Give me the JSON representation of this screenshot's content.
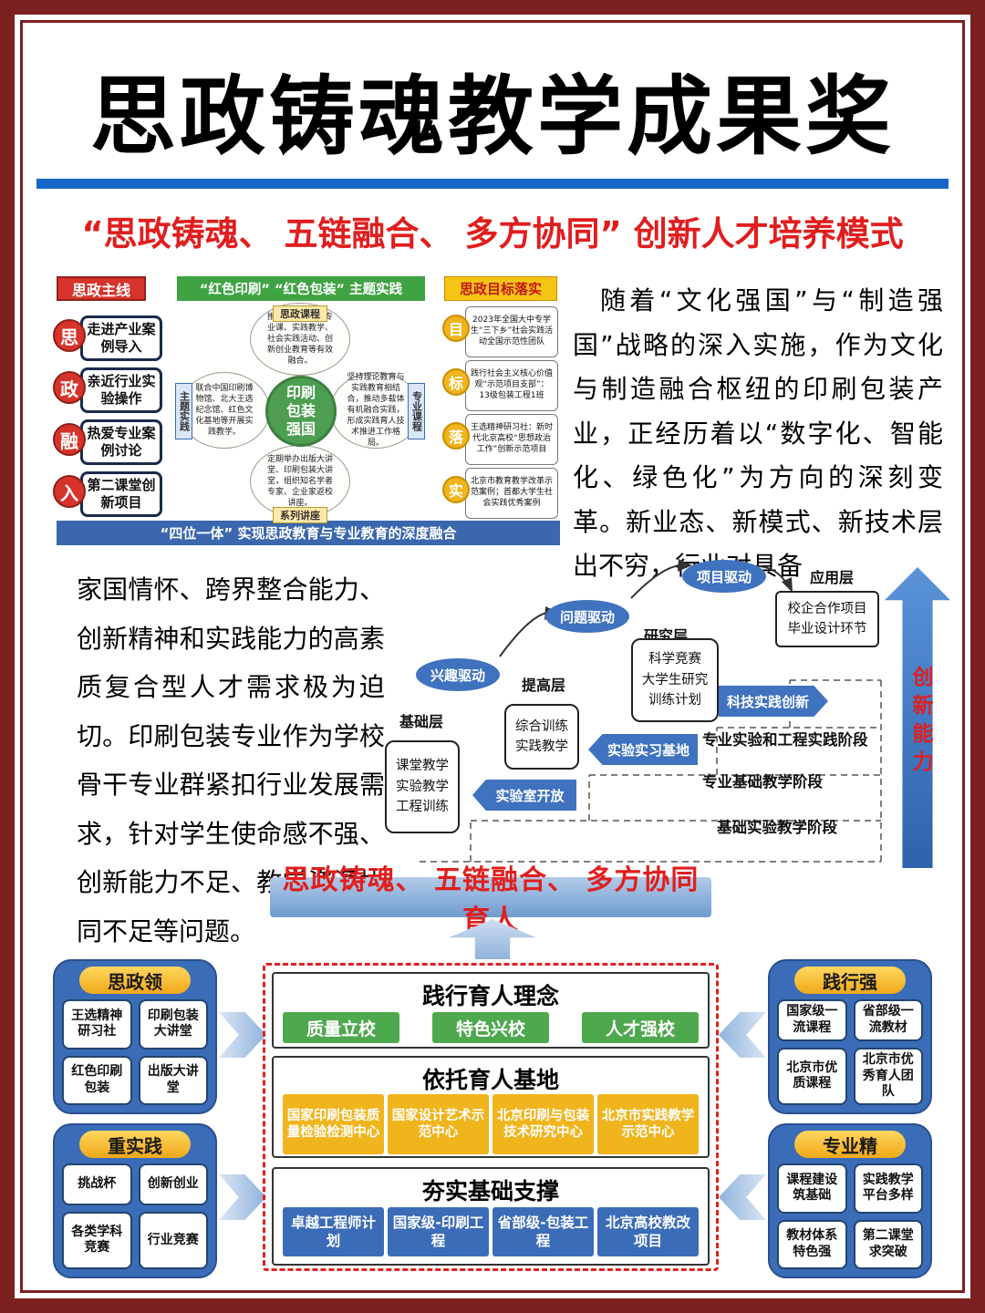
{
  "colors": {
    "frame": "#7c1f1f",
    "accent_red": "#e01e1e",
    "accent_blue": "#1467c8",
    "green": "#3fa344",
    "yellow": "#f0b41c",
    "panel_blue": "#3a6cb8",
    "oval_blue": "#3f72bf"
  },
  "title": "思政铸魂教学成果奖",
  "subtitle": "“思政铸魂、 五链融合、 多方协同” 创新人才培养模式",
  "top": {
    "left": {
      "header": "思政主线",
      "items": [
        {
          "badge": "思",
          "text": "走进产业案例导入"
        },
        {
          "badge": "政",
          "text": "亲近行业实验操作"
        },
        {
          "badge": "融",
          "text": "热爱专业案例讨论"
        },
        {
          "badge": "入",
          "text": "第二课堂创新项目"
        }
      ]
    },
    "center": {
      "header": "“红色印刷” “红色包装” 主题实践",
      "core": "印刷\n包装\n强国",
      "labels": {
        "top": "思政课程",
        "left": "主题实践",
        "right": "专业课程",
        "bottom": "系列讲座"
      },
      "petals": {
        "top": "推动思政课程与专业课、实践教学、社会实践活动、创新创业教育等有效融合。",
        "left": "联合中国印刷博物馆、北大王选纪念馆、红色文化基地等开展实践教学。",
        "right": "坚持理论教育与实践教育相结合，推动多载体有机融合实践，形成实践育人技术推进工作格局。",
        "bottom": "定期举办出版大讲堂、印刷包装大讲堂，组织知名学者专家、企业家返校讲座。"
      }
    },
    "right": {
      "header": "思政目标落实",
      "items": [
        {
          "badge": "目",
          "text": "2023年全国大中专学生“三下乡”社会实践活动全国示范性团队"
        },
        {
          "badge": "标",
          "text": "践行社会主义核心价值观“示范项目支部”：13级包装工程1班"
        },
        {
          "badge": "落",
          "text": "王选精神研习社：新时代北京高校“思想政治工作”创新示范项目"
        },
        {
          "badge": "实",
          "text": "北京市教育教学改革示范案例；首都大学生社会实践优秀案例"
        }
      ]
    },
    "bottom_bar": "“四位一体” 实现思政教育与专业教育的深度融合"
  },
  "para_right": "随着“文化强国”与“制造强国”战略的深入实施，作为文化与制造融合枢纽的印刷包装产业，正经历着以“数字化、智能化、绿色化”为方向的深刻变革。新业态、新模式、新技术层出不穷，行业对具备",
  "para_left": "家国情怀、跨界整合能力、创新精神和实践能力的高素质复合型人才需求极为迫切。印刷包装专业作为学校骨干专业群紧扣行业发展需求，针对学生使命感不强、创新能力不足、教学资源协同不足等问题。",
  "stair": {
    "ovals": [
      "兴趣驱动",
      "问题驱动",
      "项目驱动"
    ],
    "layers": [
      "基础层",
      "提高层",
      "研究层",
      "应用层"
    ],
    "boxes": [
      "课堂教学\n实验教学\n工程训练",
      "综合训练\n实践教学",
      "科学竞赛\n大学生研究\n训练计划",
      "校企合作项目\n毕业设计环节"
    ],
    "arrows": [
      "实验室开放",
      "实验实习基地",
      "科技实践创新"
    ],
    "stages": [
      "专业实验和工程实践阶段",
      "专业基础教学阶段",
      "基础实验教学阶段"
    ],
    "axis": "创新能力"
  },
  "banner": "思政铸魂、 五链融合、 多方协同育人",
  "bottom": {
    "panels": [
      {
        "header": "思政领",
        "items": [
          "王选精神研习社",
          "印刷包装大讲堂",
          "红色印刷包装",
          "出版大讲堂"
        ]
      },
      {
        "header": "重实践",
        "items": [
          "挑战杯",
          "创新创业",
          "各类学科竞赛",
          "行业竞赛"
        ]
      },
      {
        "header": "践行强",
        "items": [
          "国家级一流课程",
          "省部级一流教材",
          "北京市优质课程",
          "北京市优秀育人团队"
        ]
      },
      {
        "header": "专业精",
        "items": [
          "课程建设筑基础",
          "实践教学平台多样",
          "教材体系特色强",
          "第二课堂求突破"
        ]
      }
    ],
    "center": {
      "sections": [
        {
          "title": "践行育人理念",
          "boxes": [
            "质量立校",
            "特色兴校",
            "人才强校"
          ]
        },
        {
          "title": "依托育人基地",
          "boxes": [
            "国家印刷包装质量检验检测中心",
            "国家设计艺术示范中心",
            "北京印刷与包装技术研究中心",
            "北京市实践教学示范中心"
          ]
        },
        {
          "title": "夯实基础支撑",
          "boxes": [
            "卓越工程师计划",
            "国家级-印刷工程",
            "省部级-包装工程",
            "北京高校教改项目"
          ]
        }
      ]
    }
  }
}
